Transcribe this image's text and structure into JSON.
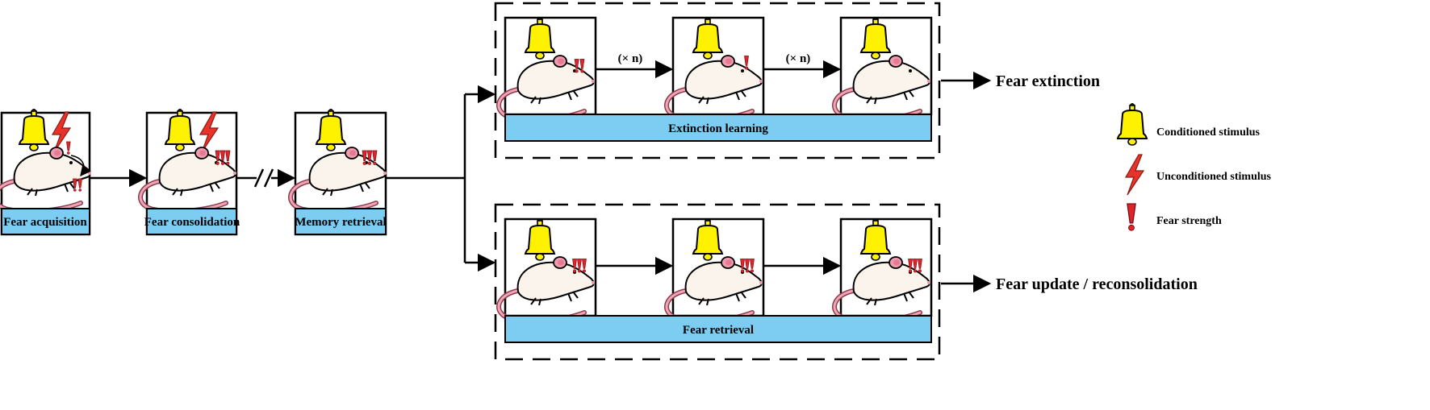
{
  "stages": {
    "acquisition": "Fear acquisition",
    "consolidation": "Fear consolidation",
    "retrieval": "Memory retrieval"
  },
  "branches": {
    "extinction": {
      "bar_label": "Extinction learning",
      "repeat_label_1": "(× n)",
      "repeat_label_2": "(× n)",
      "outcome": "Fear extinction",
      "fear_marks": [
        "!!",
        "!",
        ""
      ]
    },
    "reconsolidation": {
      "bar_label": "Fear retrieval",
      "outcome": "Fear update / reconsolidation",
      "fear_marks": [
        "!!!",
        "!!!",
        "!!!"
      ]
    }
  },
  "legend": {
    "conditioned": "Conditioned stimulus",
    "unconditioned": "Unconditioned stimulus",
    "fear_strength": "Fear strength"
  },
  "colors": {
    "label_fill": "#7dcdf2",
    "bell": "#fff200",
    "shock": "#e8332a",
    "fear_mark": "#e0242b",
    "rat_ear": "#f29bb0",
    "rat_tail": "#8c3b4e"
  }
}
